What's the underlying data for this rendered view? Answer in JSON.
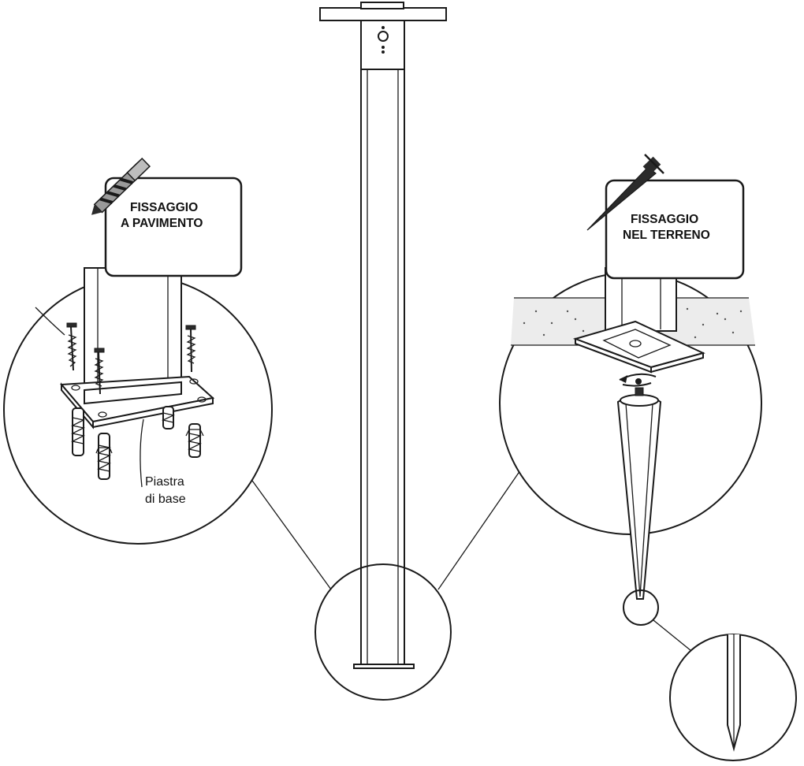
{
  "labels": {
    "floor_mount": {
      "line1": "FISSAGGIO",
      "line2": "A PAVIMENTO"
    },
    "ground_mount": {
      "line1": "FISSAGGIO",
      "line2": "NEL TERRENO"
    },
    "base_plate": {
      "line1": "Piastra",
      "line2": "di base"
    }
  },
  "icons": {
    "floor_mount_tool": "drill-bit-icon",
    "ground_mount_tool": "ground-spike-icon",
    "rotation": "rotate-arrow-icon"
  },
  "colors": {
    "ink": "#1a1a1a",
    "background": "#ffffff"
  }
}
